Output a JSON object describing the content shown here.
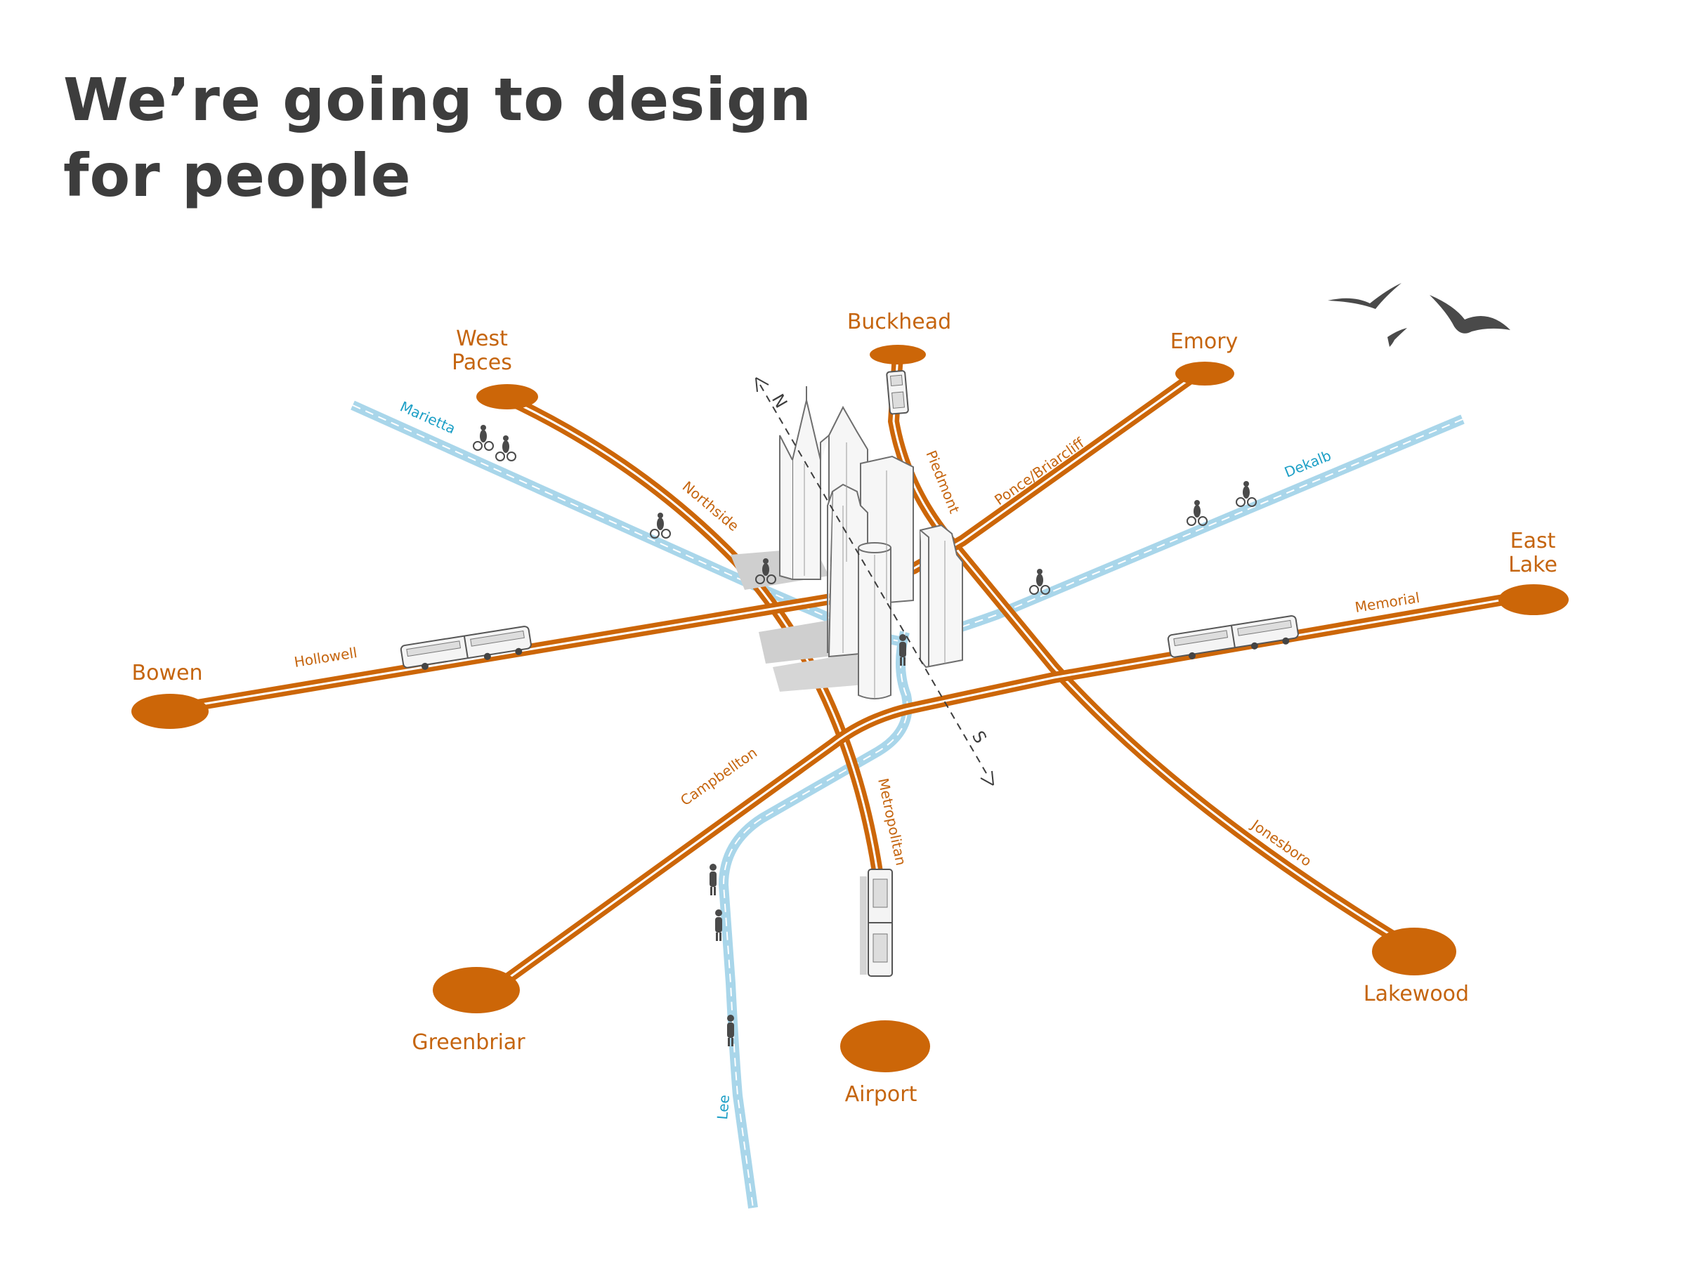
{
  "title": {
    "line1": "We’re going to design",
    "line2": "for people"
  },
  "colors": {
    "road": "#cc6608",
    "road_center": "#ffffff",
    "bike": "#a9d6ea",
    "hub": "#cc6608",
    "bike_label": "#1d9fc6",
    "road_label": "#c5650f",
    "ink": "#3d3d3d"
  },
  "hubs": {
    "buckhead": "Buckhead",
    "west_paces_1": "West",
    "west_paces_2": "Paces",
    "emory": "Emory",
    "east_lake_1": "East",
    "east_lake_2": "Lake",
    "bowen": "Bowen",
    "greenbriar": "Greenbriar",
    "airport": "Airport",
    "lakewood": "Lakewood"
  },
  "roads": {
    "northside": "Northside",
    "piedmont": "Piedmont",
    "ponce": "Ponce/Briarcliff",
    "memorial": "Memorial",
    "hollowell": "Hollowell",
    "campbellton": "Campbellton",
    "metropolitan": "Metropolitan",
    "jonesboro": "Jonesboro"
  },
  "bike_routes": {
    "marietta": "Marietta",
    "dekalb": "Dekalb",
    "lee": "Lee"
  },
  "compass": {
    "north": "N",
    "south": "S"
  },
  "icons": [
    "skyline-icon",
    "bus-icon",
    "train-icon",
    "cyclist-icon",
    "pedestrian-icon",
    "bird-icon"
  ]
}
